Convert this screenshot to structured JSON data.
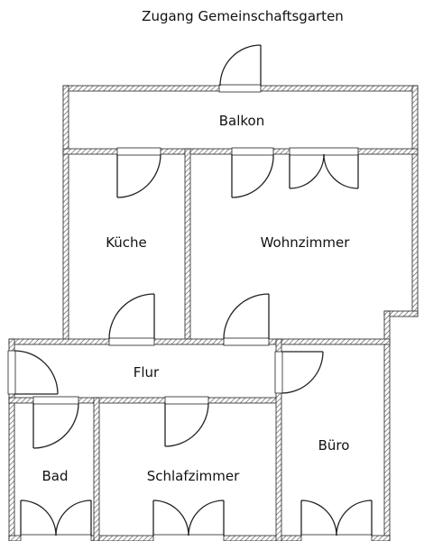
{
  "title": "Zugang Gemeinschaftsgarten",
  "rooms": {
    "balkon": "Balkon",
    "kueche": "Küche",
    "wohnzimmer": "Wohnzimmer",
    "flur": "Flur",
    "buero": "Büro",
    "bad": "Bad",
    "schlafzimmer": "Schlafzimmer"
  },
  "colors": {
    "wall": "#222222",
    "hatch": "#555555",
    "background": "#ffffff"
  }
}
